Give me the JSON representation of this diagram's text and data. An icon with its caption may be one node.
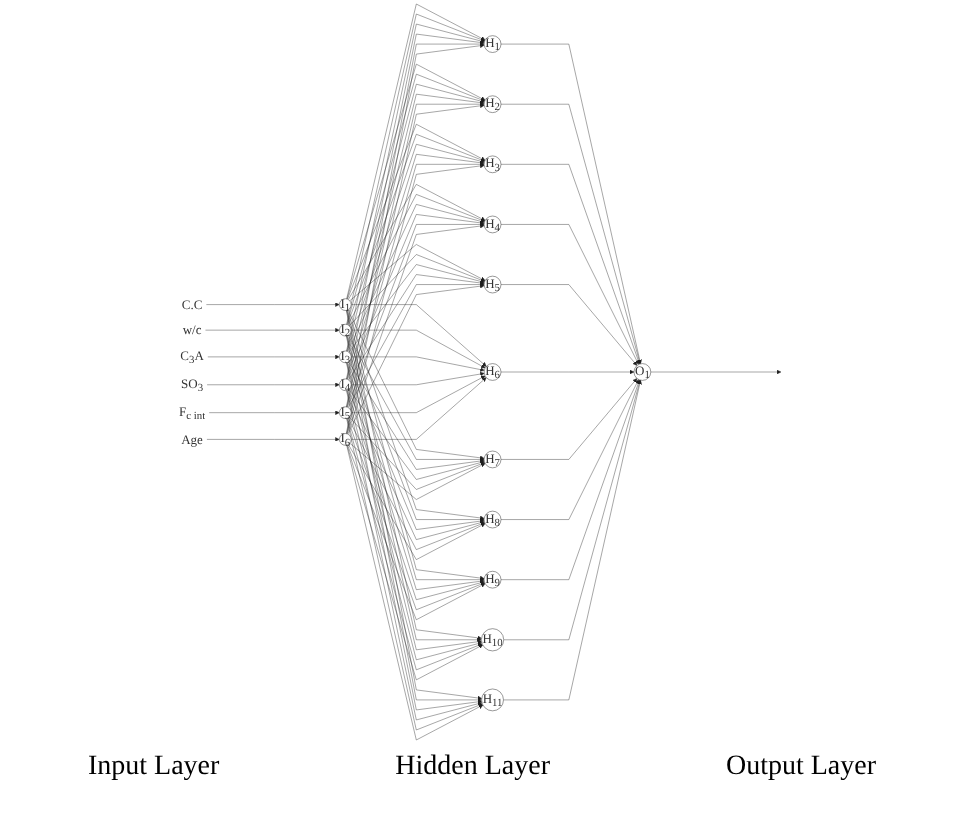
{
  "diagram": {
    "nodes": [
      {
        "text": [
          "C.C"
        ]
      },
      {
        "text": [
          "w/c"
        ]
      },
      {
        "text": [
          "C$_{3}$A"
        ]
      },
      {
        "text": [
          "SO$_{3}$"
        ]
      },
      {
        "text": [
          "F$_{c int}$"
        ]
      },
      {
        "text": [
          "Age"
        ]
      },
      {
        "text": [
          "I$_{1}$"
        ]
      },
      {
        "text": [
          "I$_{2}$"
        ]
      },
      {
        "text": [
          "I$_{3}$"
        ]
      },
      {
        "text": [
          "I$_{4}$"
        ]
      },
      {
        "text": [
          "I$_{5}$"
        ]
      },
      {
        "text": [
          "I$_{6}$"
        ]
      },
      {
        "text": [
          "H$_{1}$"
        ]
      },
      {
        "text": [
          "H$_{2}$"
        ]
      },
      {
        "text": [
          "H$_{3}$"
        ]
      },
      {
        "text": [
          "H$_{4}$"
        ]
      },
      {
        "text": [
          "H$_{5}$"
        ]
      },
      {
        "text": [
          "H$_{6}$"
        ]
      },
      {
        "text": [
          "H$_{7}$"
        ]
      },
      {
        "text": [
          "H$_{8}$"
        ]
      },
      {
        "text": [
          "H$_{9}$"
        ]
      },
      {
        "text": [
          "H$_{10}$"
        ]
      },
      {
        "text": [
          "H$_{11}$"
        ]
      },
      {
        "text": [
          "O$_{1}$"
        ]
      }
    ],
    "edges": [
      {
        "from": 0,
        "to": 6,
        "arrow": "to"
      },
      {
        "from": 1,
        "to": 7,
        "arrow": "to"
      },
      {
        "from": 2,
        "to": 8,
        "arrow": "to"
      },
      {
        "from": 3,
        "to": 9,
        "arrow": "to"
      },
      {
        "from": 4,
        "to": 10,
        "arrow": "to"
      },
      {
        "from": 5,
        "to": 11,
        "arrow": "to"
      },
      {
        "from": 6,
        "to": 12,
        "arrow": "to"
      },
      {
        "from": 6,
        "to": 13,
        "arrow": "to"
      },
      {
        "from": 6,
        "to": 14,
        "arrow": "to"
      },
      {
        "from": 6,
        "to": 15,
        "arrow": "to"
      },
      {
        "from": 6,
        "to": 16,
        "arrow": "to"
      },
      {
        "from": 6,
        "to": 17,
        "arrow": "to"
      },
      {
        "from": 6,
        "to": 18,
        "arrow": "to"
      },
      {
        "from": 6,
        "to": 19,
        "arrow": "to"
      },
      {
        "from": 6,
        "to": 20,
        "arrow": "to"
      },
      {
        "from": 6,
        "to": 21,
        "arrow": "to"
      },
      {
        "from": 6,
        "to": 22,
        "arrow": "to"
      },
      {
        "from": 7,
        "to": 12,
        "arrow": "to"
      },
      {
        "from": 7,
        "to": 13,
        "arrow": "to"
      },
      {
        "from": 7,
        "to": 14,
        "arrow": "to"
      },
      {
        "from": 7,
        "to": 15,
        "arrow": "to"
      },
      {
        "from": 7,
        "to": 16,
        "arrow": "to"
      },
      {
        "from": 7,
        "to": 17,
        "arrow": "to"
      },
      {
        "from": 7,
        "to": 18,
        "arrow": "to"
      },
      {
        "from": 7,
        "to": 19,
        "arrow": "to"
      },
      {
        "from": 7,
        "to": 20,
        "arrow": "to"
      },
      {
        "from": 7,
        "to": 21,
        "arrow": "to"
      },
      {
        "from": 7,
        "to": 22,
        "arrow": "to"
      },
      {
        "from": 8,
        "to": 12,
        "arrow": "to"
      },
      {
        "from": 8,
        "to": 13,
        "arrow": "to"
      },
      {
        "from": 8,
        "to": 14,
        "arrow": "to"
      },
      {
        "from": 8,
        "to": 15,
        "arrow": "to"
      },
      {
        "from": 8,
        "to": 16,
        "arrow": "to"
      },
      {
        "from": 8,
        "to": 17,
        "arrow": "to"
      },
      {
        "from": 8,
        "to": 18,
        "arrow": "to"
      },
      {
        "from": 8,
        "to": 19,
        "arrow": "to"
      },
      {
        "from": 8,
        "to": 20,
        "arrow": "to"
      },
      {
        "from": 8,
        "to": 21,
        "arrow": "to"
      },
      {
        "from": 8,
        "to": 22,
        "arrow": "to"
      },
      {
        "from": 9,
        "to": 12,
        "arrow": "to"
      },
      {
        "from": 9,
        "to": 13,
        "arrow": "to"
      },
      {
        "from": 9,
        "to": 14,
        "arrow": "to"
      },
      {
        "from": 9,
        "to": 15,
        "arrow": "to"
      },
      {
        "from": 9,
        "to": 16,
        "arrow": "to"
      },
      {
        "from": 9,
        "to": 17,
        "arrow": "to"
      },
      {
        "from": 9,
        "to": 18,
        "arrow": "to"
      },
      {
        "from": 9,
        "to": 19,
        "arrow": "to"
      },
      {
        "from": 9,
        "to": 20,
        "arrow": "to"
      },
      {
        "from": 9,
        "to": 21,
        "arrow": "to"
      },
      {
        "from": 9,
        "to": 22,
        "arrow": "to"
      },
      {
        "from": 10,
        "to": 12,
        "arrow": "to"
      },
      {
        "from": 10,
        "to": 13,
        "arrow": "to"
      },
      {
        "from": 10,
        "to": 14,
        "arrow": "to"
      },
      {
        "from": 10,
        "to": 15,
        "arrow": "to"
      },
      {
        "from": 10,
        "to": 16,
        "arrow": "to"
      },
      {
        "from": 10,
        "to": 17,
        "arrow": "to"
      },
      {
        "from": 10,
        "to": 18,
        "arrow": "to"
      },
      {
        "from": 10,
        "to": 19,
        "arrow": "to"
      },
      {
        "from": 10,
        "to": 20,
        "arrow": "to"
      },
      {
        "from": 10,
        "to": 21,
        "arrow": "to"
      },
      {
        "from": 10,
        "to": 22,
        "arrow": "to"
      },
      {
        "from": 11,
        "to": 12,
        "arrow": "to"
      },
      {
        "from": 11,
        "to": 13,
        "arrow": "to"
      },
      {
        "from": 11,
        "to": 14,
        "arrow": "to"
      },
      {
        "from": 11,
        "to": 15,
        "arrow": "to"
      },
      {
        "from": 11,
        "to": 16,
        "arrow": "to"
      },
      {
        "from": 11,
        "to": 17,
        "arrow": "to"
      },
      {
        "from": 11,
        "to": 18,
        "arrow": "to"
      },
      {
        "from": 11,
        "to": 19,
        "arrow": "to"
      },
      {
        "from": 11,
        "to": 20,
        "arrow": "to"
      },
      {
        "from": 11,
        "to": 21,
        "arrow": "to"
      },
      {
        "from": 11,
        "to": 22,
        "arrow": "to"
      },
      {
        "from": 12,
        "to": 23,
        "arrow": "to"
      },
      {
        "from": 13,
        "to": 23,
        "arrow": "to"
      },
      {
        "from": 14,
        "to": 23,
        "arrow": "to"
      },
      {
        "from": 15,
        "to": 23,
        "arrow": "to"
      },
      {
        "from": 16,
        "to": 23,
        "arrow": "to"
      },
      {
        "from": 17,
        "to": 23,
        "arrow": "to"
      },
      {
        "from": 18,
        "to": 23,
        "arrow": "to"
      },
      {
        "from": 19,
        "to": 23,
        "arrow": "to"
      },
      {
        "from": 20,
        "to": 23,
        "arrow": "to"
      },
      {
        "from": 21,
        "to": 23,
        "arrow": "to"
      },
      {
        "from": 22,
        "to": 23,
        "arrow": "to"
      },
      {
        "from": 23,
        "to": null,
        "arrow": "to"
      }
    ],
    "labels": [
      "Input Layer",
      "Hidden Layer",
      "Output Layer"
    ]
  }
}
